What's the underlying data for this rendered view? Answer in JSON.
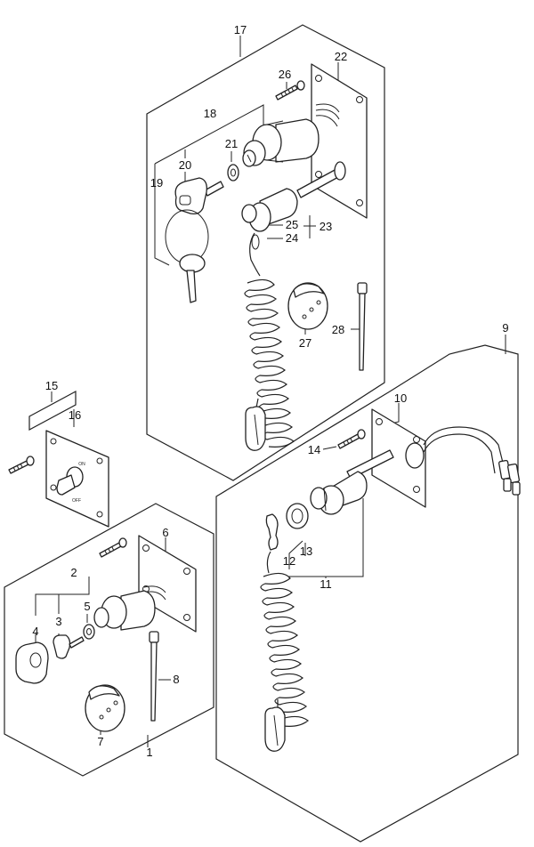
{
  "callouts": {
    "p1": "1",
    "p2": "2",
    "p3": "3",
    "p4": "4",
    "p5": "5",
    "p6": "6",
    "p7": "7",
    "p8": "8",
    "p9": "9",
    "p10": "10",
    "p11": "11",
    "p12": "12",
    "p13": "13",
    "p14": "14",
    "p15": "15",
    "p16": "16",
    "p17": "17",
    "p18": "18",
    "p19": "19",
    "p20": "20",
    "p21": "21",
    "p22": "22",
    "p23": "23",
    "p24": "24",
    "p25": "25",
    "p26": "26",
    "p27": "27",
    "p28": "28"
  },
  "switch_marks": {
    "on": "ON",
    "off": "OFF"
  }
}
